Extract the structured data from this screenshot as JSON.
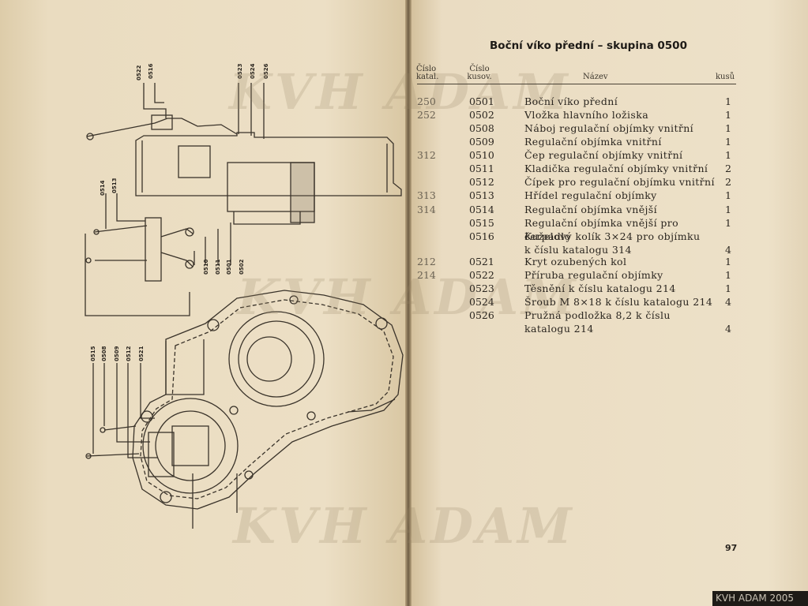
{
  "title": "Boční víko přední – skupina 0500",
  "headers": {
    "cat": "Číslo katal.",
    "part": "Číslo kusov.",
    "name": "Název",
    "qty": "kusů"
  },
  "rows": [
    {
      "cat": "250",
      "part": "0501",
      "name": "Boční víko přední",
      "qty": "1"
    },
    {
      "cat": "252",
      "part": "0502",
      "name": "Vložka hlavního ložiska",
      "qty": "1"
    },
    {
      "cat": "",
      "part": "0508",
      "name": "Náboj regulační objímky vnitřní",
      "qty": "1"
    },
    {
      "cat": "",
      "part": "0509",
      "name": "Regulační objímka vnitřní",
      "qty": "1"
    },
    {
      "cat": "312",
      "part": "0510",
      "name": "Čep regulační objímky vnitřní",
      "qty": "1"
    },
    {
      "cat": "",
      "part": "0511",
      "name": "Kladička regulační objímky vnitřní",
      "qty": "2"
    },
    {
      "cat": "",
      "part": "0512",
      "name": "Čípek pro regulační objímku vnitřní",
      "qty": "2"
    },
    {
      "cat": "313",
      "part": "0513",
      "name": "Hřídel regulační objímky",
      "qty": "1"
    },
    {
      "cat": "314",
      "part": "0514",
      "name": "Regulační objímka vnější",
      "qty": "1"
    },
    {
      "cat": "",
      "part": "0515",
      "name": "Regulační objímka vnější pro čerpadlo",
      "qty": "1"
    },
    {
      "cat": "",
      "part": "0516",
      "name": "Kuželový kolík 3×24 pro objímku\nk číslu katalogu 314",
      "qty": "4"
    },
    {
      "cat": "212",
      "part": "0521",
      "name": "Kryt ozubených kol",
      "qty": "1"
    },
    {
      "cat": "214",
      "part": "0522",
      "name": "Příruba regulační objímky",
      "qty": "1"
    },
    {
      "cat": "",
      "part": "0523",
      "name": "Těsnění k číslu katalogu 214",
      "qty": "1"
    },
    {
      "cat": "",
      "part": "0524",
      "name": "Šroub M 8×18 k číslu katalogu 214",
      "qty": "4"
    },
    {
      "cat": "",
      "part": "0526",
      "name": "Pružná podložka 8,2 k číslu\nkatalogu 214",
      "qty": "4"
    }
  ],
  "drawing_labels": {
    "top": [
      "0522",
      "0516",
      "0523",
      "0524",
      "0526"
    ],
    "mid_left": [
      "0514",
      "0513"
    ],
    "mid_right": [
      "0510",
      "0511",
      "0501",
      "0502"
    ],
    "lower_left": [
      "0515",
      "0508",
      "0509",
      "0512",
      "0521"
    ]
  },
  "watermark": "KVH ADAM",
  "page_number": "97",
  "stamp": "KVH ADAM 2005"
}
